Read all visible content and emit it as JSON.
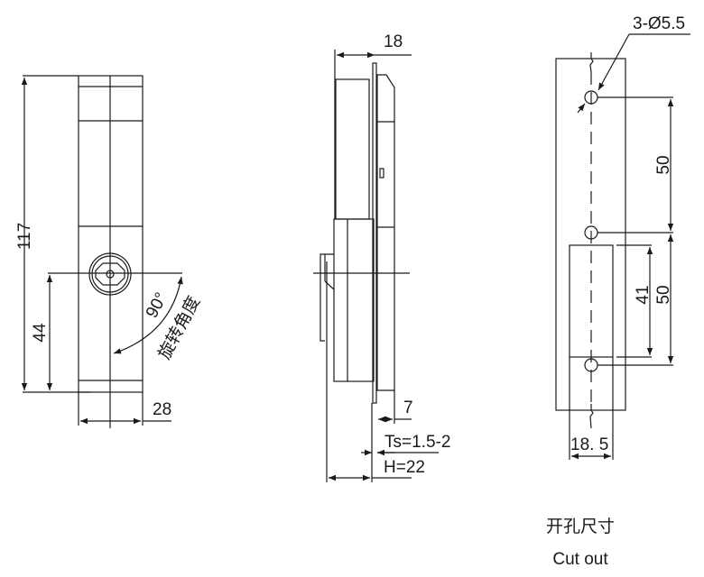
{
  "front_view": {
    "height_total": "117",
    "handle_height": "44",
    "width": "28",
    "rotation_angle": "90°",
    "rotation_label": "旋转角度"
  },
  "side_view": {
    "depth": "18",
    "handle_projection": "7",
    "panel_thickness": "Ts=1.5-2",
    "total_height": "H=22"
  },
  "cutout_view": {
    "holes": "3-Ø5.5",
    "hole_spacing_upper": "50",
    "hole_spacing_lower": "50",
    "slot_height": "41",
    "slot_width": "18. 5",
    "title_cn": "开孔尺寸",
    "title_en": "Cut out"
  }
}
